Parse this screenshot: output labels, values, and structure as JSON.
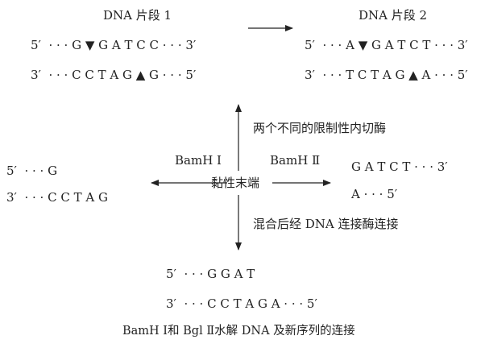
{
  "fragment1": {
    "title": "DNA 片段 1",
    "top": "5′  · · · G ▼ G A T C C · · · 3′",
    "bottom": "3′  · · · C C T A G ▲ G · · · 5′"
  },
  "fragment2": {
    "title": "DNA 片段 2",
    "top": "5′  · · · A ▼ G A T C T · · · 3′",
    "bottom": "3′  · · · T C T A G ▲ A · · · 5′"
  },
  "enzymes_label": "两个不同的限制性内切酶",
  "center_label": "黏性末端",
  "bamh1_label": "BamH Ⅰ",
  "bamh2_label": "BamH Ⅱ",
  "left_end": {
    "top": "5′  · · · G",
    "bottom": "3′  · · · C C T A G"
  },
  "right_end": {
    "top": "G A T C T · · · 3′",
    "bottom": "A · · · 5′"
  },
  "ligase_label": "混合后经 DNA 连接酶连接",
  "result": {
    "top": "5′  · · · G G A T",
    "bottom": "3′  · · · C C T A G A · · · 5′"
  },
  "caption": "BamH Ⅰ和 Bgl Ⅱ水解 DNA 及新序列的连接",
  "colors": {
    "ink": "#222222"
  }
}
